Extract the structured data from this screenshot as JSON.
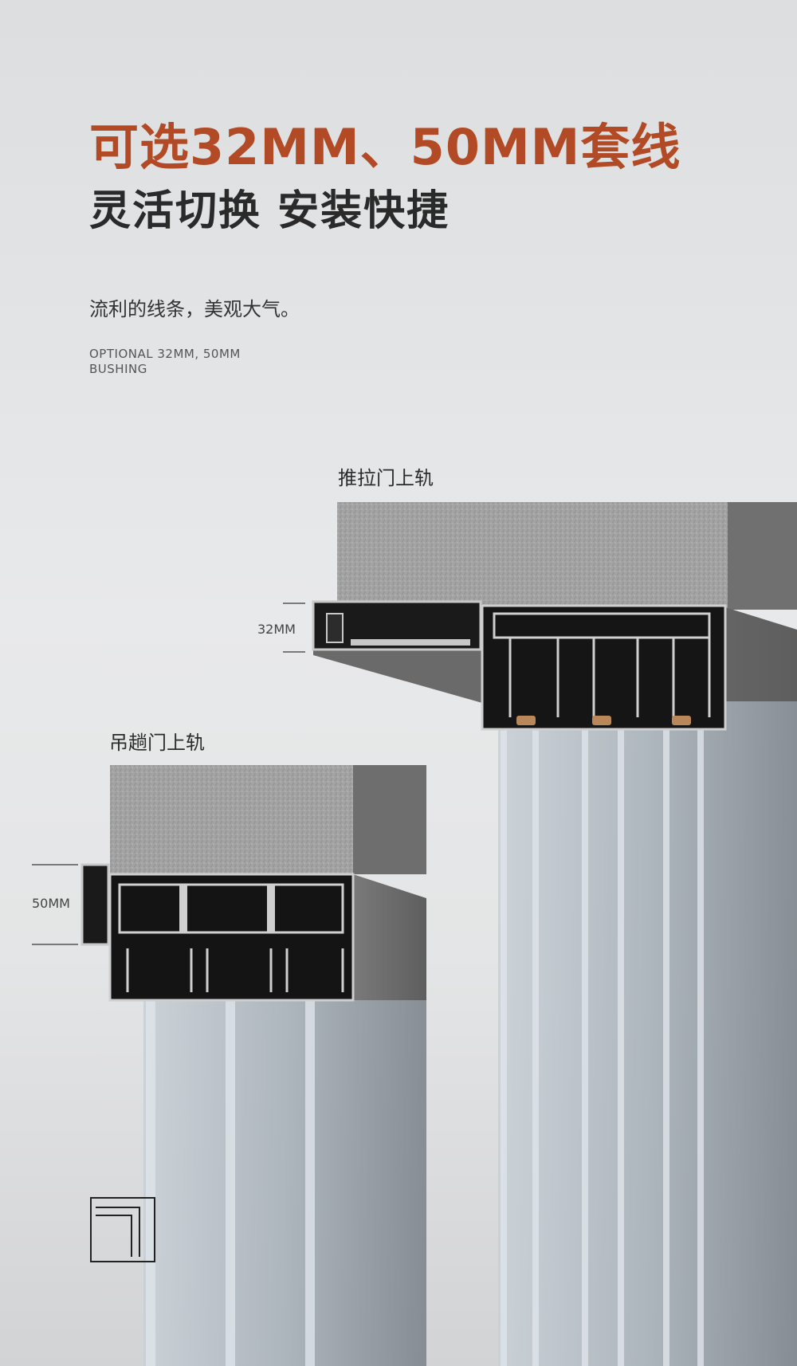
{
  "headline": "可选32MM、50MM套线",
  "subheadline": "灵活切换 安装快捷",
  "description_cn": "流利的线条，美观大气。",
  "description_en_line1": "OPTIONAL 32MM, 50MM",
  "description_en_line2": "BUSHING",
  "sliding_rail": {
    "label": "推拉门上轨",
    "dimension": "32MM"
  },
  "hanging_rail": {
    "label": "吊趟门上轨",
    "dimension": "50MM"
  },
  "logo_icon": "corner-frame-icon",
  "colors": {
    "headline": "#b24a25",
    "text": "#2a2a2a",
    "concrete": "#9a9a9a",
    "profile": "#1a1a1a",
    "glass": "#b8c0c8"
  }
}
